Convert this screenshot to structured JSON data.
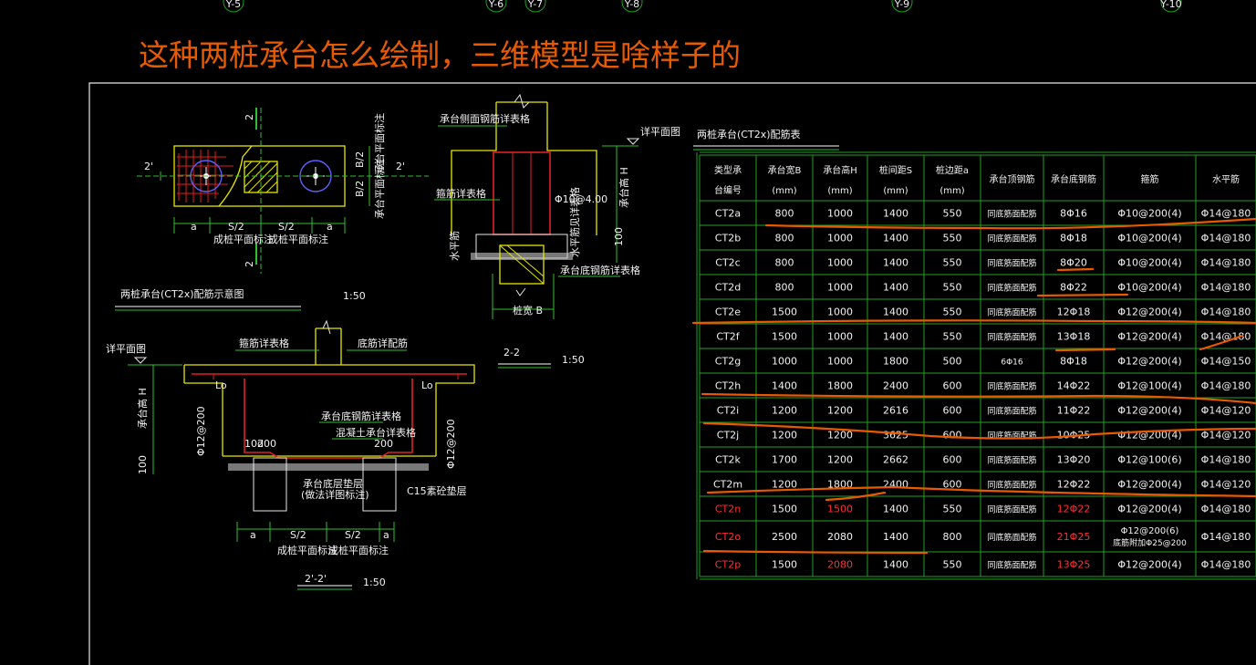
{
  "title": "这种两桩承台怎么绘制，三维模型是啥样子的",
  "grid_bubbles": [
    "Y-5",
    "Y-6",
    "Y-7",
    "Y-8",
    "Y-9",
    "Y-10"
  ],
  "plan_view": {
    "title": "两桩承台(CT2x)配筋示意图",
    "scale": "1:50",
    "section_mark_v": "2",
    "section_mark_h": "2'",
    "dims": [
      "a",
      "S/2",
      "S/2",
      "a"
    ],
    "dim_notes": [
      "成桩平面标注",
      "成桩平面标注"
    ],
    "side_notes": [
      "B/2",
      "B/2",
      "承台平面标注",
      "承台平面标注"
    ]
  },
  "section_22": {
    "title": "2-2",
    "scale": "1:50",
    "notes": [
      "承台侧面钢筋详表格",
      "箍筋详表格",
      "Φ10@4.00",
      "水平筋",
      "水平筋见详表格",
      "承台底钢筋详表格",
      "桩宽 B",
      "详平面图",
      "承台高 H"
    ],
    "dims": [
      "100"
    ]
  },
  "section_2p": {
    "title": "2'-2'",
    "scale": "1:50",
    "notes": [
      "详平面图",
      "箍筋详表格",
      "底筋详配筋",
      "承台高 H",
      "Lo",
      "Lo",
      "承台底钢筋详表格",
      "混凝土承台详表格",
      "Φ12@200",
      "Φ12@200",
      "10d",
      "200",
      "200",
      "承台底层垫层",
      "(做法详图标注)",
      "C15素砼垫层",
      "100"
    ],
    "dims": [
      "a",
      "S/2",
      "S/2",
      "a"
    ],
    "dim_notes": [
      "成桩平面标注",
      "成桩平面标注"
    ]
  },
  "table": {
    "title": "两桩承台(CT2x)配筋表",
    "headers": [
      "承台编号",
      "承台宽B (mm)",
      "承台高H (mm)",
      "桩间距S (mm)",
      "桩边距a (mm)",
      "承台顶钢筋",
      "承台底钢筋",
      "箍筋",
      "水平筋"
    ],
    "header_lines": [
      [
        "类型承",
        "台编号"
      ],
      [
        "承台宽B",
        "(mm)"
      ],
      [
        "承台高H",
        "(mm)"
      ],
      [
        "桩间距S",
        "(mm)"
      ],
      [
        "桩边距a",
        "(mm)"
      ],
      [
        "承台顶钢筋"
      ],
      [
        "承台底钢筋"
      ],
      [
        "箍筋"
      ],
      [
        "水平筋"
      ]
    ],
    "rows": [
      {
        "id": "CT2a",
        "B": "800",
        "H": "1000",
        "S": "1400",
        "a": "550",
        "top": "同底筋面配筋",
        "bot": "8Φ16",
        "stir": "Φ10@200(4)",
        "hor": "Φ14@180",
        "red": false
      },
      {
        "id": "CT2b",
        "B": "800",
        "H": "1000",
        "S": "1400",
        "a": "550",
        "top": "同底筋面配筋",
        "bot": "8Φ18",
        "stir": "Φ10@200(4)",
        "hor": "Φ14@180",
        "red": false
      },
      {
        "id": "CT2c",
        "B": "800",
        "H": "1000",
        "S": "1400",
        "a": "550",
        "top": "同底筋面配筋",
        "bot": "8Φ20",
        "stir": "Φ10@200(4)",
        "hor": "Φ14@180",
        "red": false
      },
      {
        "id": "CT2d",
        "B": "800",
        "H": "1000",
        "S": "1400",
        "a": "550",
        "top": "同底筋面配筋",
        "bot": "8Φ22",
        "stir": "Φ10@200(4)",
        "hor": "Φ14@180",
        "red": false
      },
      {
        "id": "CT2e",
        "B": "1500",
        "H": "1000",
        "S": "1400",
        "a": "550",
        "top": "同底筋面配筋",
        "bot": "12Φ18",
        "stir": "Φ12@200(4)",
        "hor": "Φ14@180",
        "red": false
      },
      {
        "id": "CT2f",
        "B": "1500",
        "H": "1000",
        "S": "1400",
        "a": "550",
        "top": "同底筋面配筋",
        "bot": "13Φ18",
        "stir": "Φ12@200(4)",
        "hor": "Φ14@180",
        "red": false
      },
      {
        "id": "CT2g",
        "B": "1000",
        "H": "1000",
        "S": "1800",
        "a": "500",
        "top": "6Φ16",
        "bot": "8Φ18",
        "stir": "Φ12@200(4)",
        "hor": "Φ14@150",
        "red": false
      },
      {
        "id": "CT2h",
        "B": "1400",
        "H": "1800",
        "S": "2400",
        "a": "600",
        "top": "同底筋面配筋",
        "bot": "14Φ22",
        "stir": "Φ12@100(4)",
        "hor": "Φ14@180",
        "red": false
      },
      {
        "id": "CT2i",
        "B": "1200",
        "H": "1200",
        "S": "2616",
        "a": "600",
        "top": "同底筋面配筋",
        "bot": "11Φ22",
        "stir": "Φ12@200(4)",
        "hor": "Φ14@120",
        "red": false
      },
      {
        "id": "CT2j",
        "B": "1200",
        "H": "1200",
        "S": "3625",
        "a": "600",
        "top": "同底筋面配筋",
        "bot": "10Φ25",
        "stir": "Φ12@200(4)",
        "hor": "Φ14@120",
        "red": false
      },
      {
        "id": "CT2k",
        "B": "1700",
        "H": "1200",
        "S": "2662",
        "a": "600",
        "top": "同底筋面配筋",
        "bot": "13Φ20",
        "stir": "Φ12@100(6)",
        "hor": "Φ14@180",
        "red": false
      },
      {
        "id": "CT2m",
        "B": "1200",
        "H": "1800",
        "S": "2400",
        "a": "600",
        "top": "同底筋面配筋",
        "bot": "12Φ22",
        "stir": "Φ12@200(4)",
        "hor": "Φ14@120",
        "red": false
      },
      {
        "id": "CT2n",
        "B": "1500",
        "H": "1500",
        "S": "1400",
        "a": "550",
        "top": "同底筋面配筋",
        "bot": "12Φ22",
        "stir": "Φ12@200(4)",
        "hor": "Φ14@180",
        "red": true
      },
      {
        "id": "CT2o",
        "B": "2500",
        "H": "2080",
        "S": "1400",
        "a": "800",
        "top": "同底筋面配筋",
        "bot": "21Φ25",
        "stir": "Φ12@200(6) 底筋附加Φ25@200",
        "hor": "Φ14@180",
        "red": true
      },
      {
        "id": "CT2p",
        "B": "1500",
        "H": "2080",
        "S": "1400",
        "a": "550",
        "top": "同底筋面配筋",
        "bot": "13Φ25",
        "stir": "Φ12@200(4)",
        "hor": "Φ14@180",
        "red": true
      }
    ]
  },
  "colors": {
    "background": "#000000",
    "annotation": "#e85a00",
    "grid": "#1fa01f",
    "text": "#f2f2f2",
    "highlight": "#ff3030",
    "concrete": "#e6e600",
    "rebar": "#e02020"
  }
}
